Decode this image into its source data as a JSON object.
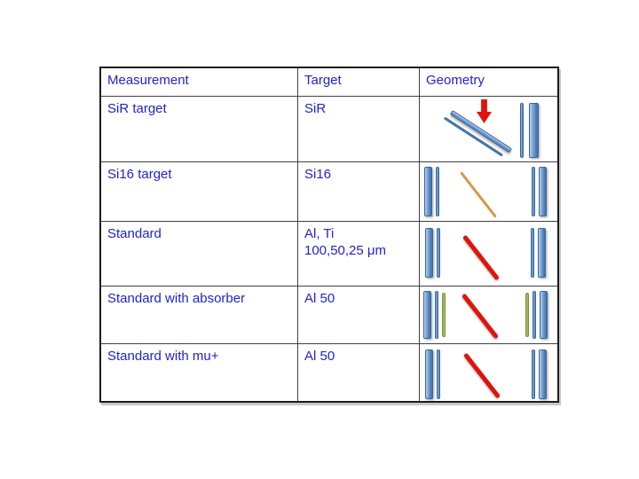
{
  "slide": {
    "background": "#ffffff"
  },
  "table": {
    "columns": [
      "Measurement",
      "Target",
      "Geometry"
    ],
    "rows": [
      {
        "measurement": "SiR target",
        "target": "SiR",
        "geometry": "tilted-detector-pair-with-beam-arrow-and-detector-pair"
      },
      {
        "measurement": "Si16 target",
        "target": "Si16",
        "geometry": "two-detector-pairs-with-orange-track"
      },
      {
        "measurement": "Standard",
        "target": "Al, Ti\n100,50,25 μm",
        "geometry": "two-detector-pairs-with-red-track"
      },
      {
        "measurement": "Standard with absorber",
        "target": "Al 50",
        "geometry": "two-detector-pairs-with-green-absorbers-and-red-track"
      },
      {
        "measurement": "Standard with mu+",
        "target": "Al 50",
        "geometry": "two-detector-pairs-with-red-track"
      }
    ]
  },
  "colors": {
    "text_blue": "#2222cc",
    "bar_blue": "#4f81bd",
    "bar_blue_border": "#3a679b",
    "bar_green": "#9bbb59",
    "bar_green_border": "#7a9540",
    "track_red": "#e0140c",
    "track_orange": "#d9984b",
    "arrow_red": "#e0140c",
    "grid_line": "#404040",
    "outer_border": "#1c1c1c"
  }
}
